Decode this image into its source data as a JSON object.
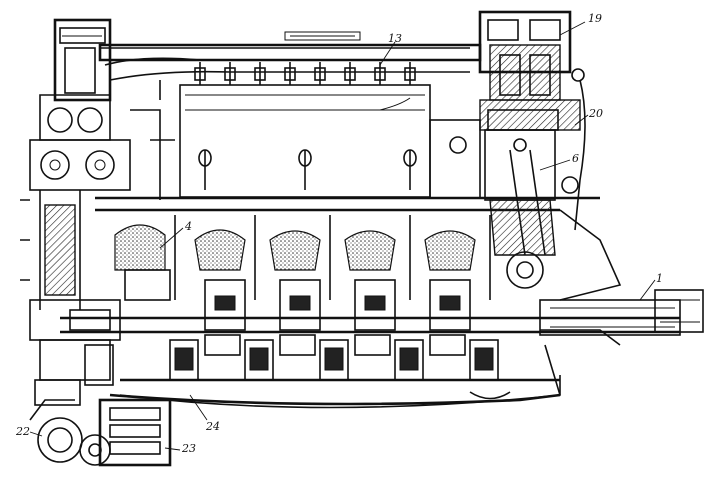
{
  "callouts": [
    {
      "id": "c1",
      "label": "1"
    },
    {
      "id": "c4",
      "label": "4"
    },
    {
      "id": "c6",
      "label": "6"
    },
    {
      "id": "c13",
      "label": "13"
    },
    {
      "id": "c19",
      "label": "19"
    },
    {
      "id": "c20",
      "label": "20"
    },
    {
      "id": "c22",
      "label": "22"
    },
    {
      "id": "c23",
      "label": "23"
    },
    {
      "id": "c24",
      "label": "24"
    }
  ]
}
